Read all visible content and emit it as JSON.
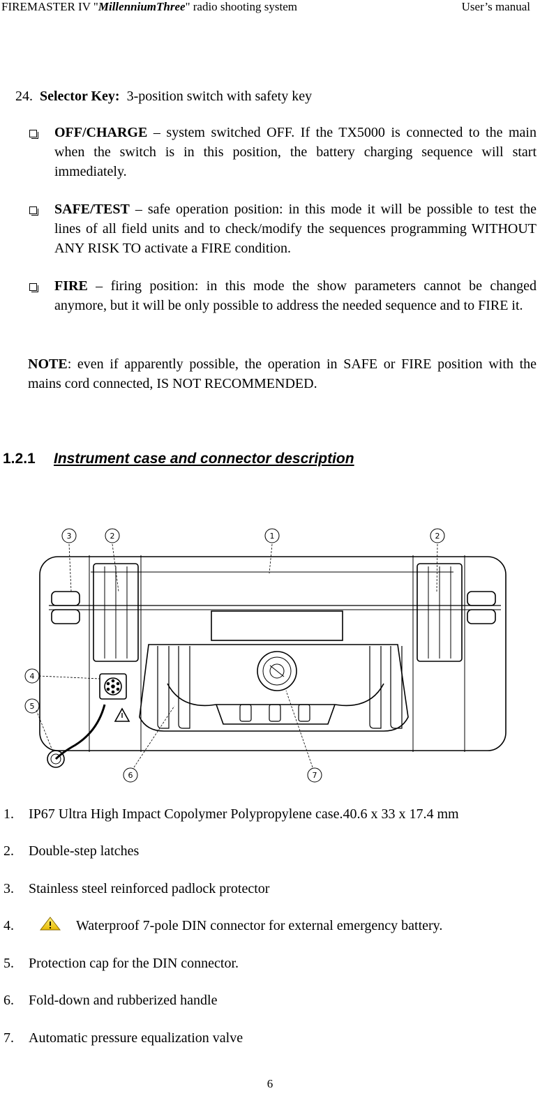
{
  "header": {
    "left_prefix": "FIREMASTER IV \"",
    "left_brand": "MillenniumThree",
    "left_suffix": "\"  radio shooting system",
    "right": "User’s manual"
  },
  "selector": {
    "number": "24.",
    "title": "Selector Key:",
    "desc": "3-position switch with safety key",
    "items": [
      {
        "label": "OFF/CHARGE",
        "text": " – system switched OFF. If the TX5000 is connected to the main when the switch is in this position, the battery charging sequence will start immediately."
      },
      {
        "label": "SAFE/TEST",
        "text": " – safe operation position: in this mode it will be possible to test the lines of all field units and to check/modify the sequences programming WITHOUT ANY RISK TO activate a FIRE condition."
      },
      {
        "label": "FIRE",
        "text": " – firing position: in this mode the show parameters cannot be changed anymore, but it will be only possible to address the needed sequence and to FIRE it."
      }
    ],
    "note_label": "NOTE",
    "note_text": ": even if apparently possible, the operation in SAFE or FIRE position with the mains cord connected, IS NOT RECOMMENDED."
  },
  "section": {
    "number": "1.2.1",
    "title": "Instrument case and connector description"
  },
  "figure": {
    "callouts": [
      "1",
      "2",
      "2",
      "3",
      "4",
      "5",
      "6",
      "7"
    ]
  },
  "parts": [
    {
      "num": "1.",
      "text": "IP67 Ultra High Impact Copolymer Polypropylene case.40.6 x 33 x 17.4 mm"
    },
    {
      "num": "2.",
      "text": "Double-step latches"
    },
    {
      "num": "3.",
      "text": "Stainless steel reinforced padlock protector"
    },
    {
      "num": "4.",
      "text": "Waterproof 7-pole DIN connector for external emergency battery.",
      "icon": "warning-icon"
    },
    {
      "num": "5.",
      "text": "Protection cap for the DIN connector."
    },
    {
      "num": "6.",
      "text": "Fold-down and rubberized handle"
    },
    {
      "num": "7.",
      "text": "Automatic pressure equalization valve"
    }
  ],
  "page_number": "6",
  "colors": {
    "warning_fill": "#f5d000"
  }
}
